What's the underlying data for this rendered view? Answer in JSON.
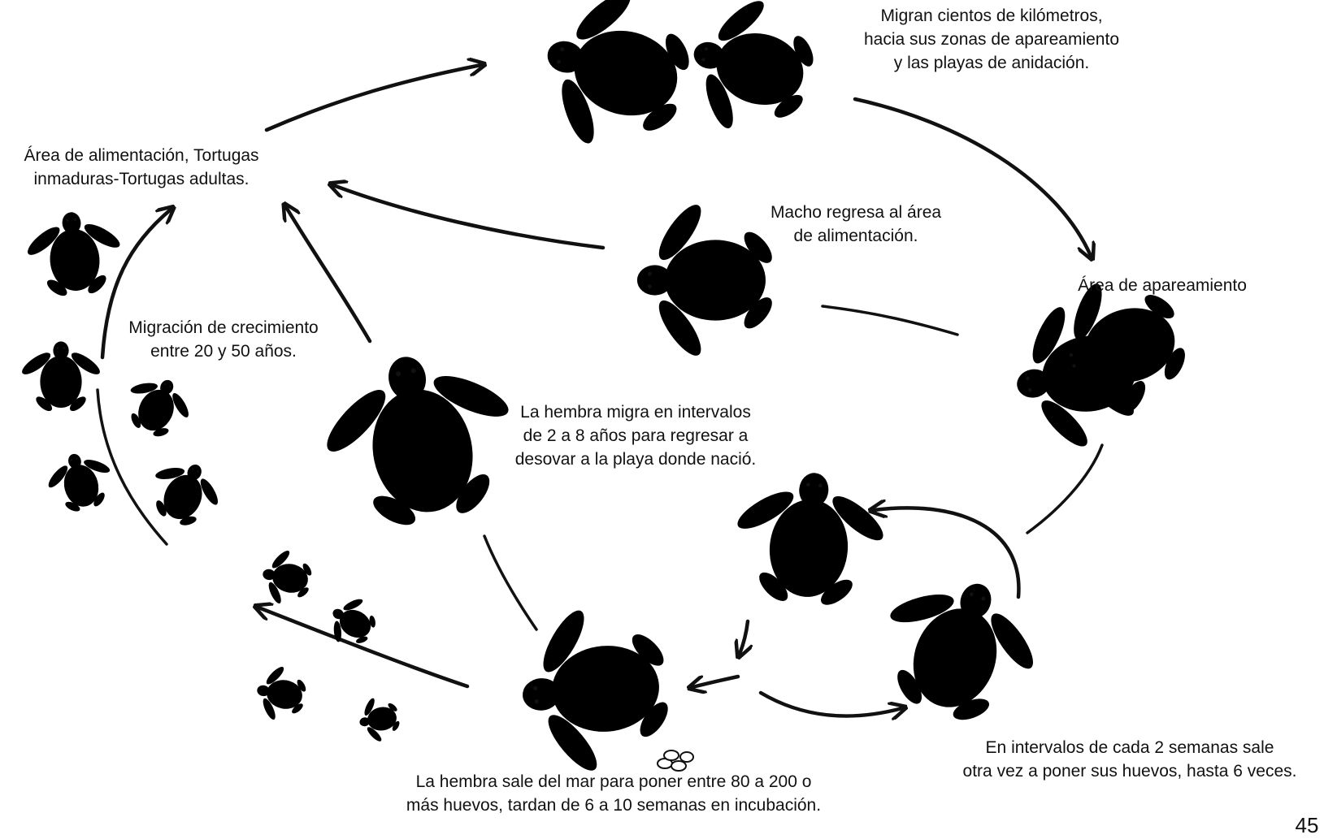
{
  "labels": {
    "feeding_area": "Área de alimentación, Tortugas\ninmaduras-Tortugas adultas.",
    "migrate": "Migran  cientos de kilómetros,\nhacia sus zonas de apareamiento\ny las playas de anidación.",
    "male_returns": "Macho regresa al área\nde alimentación.",
    "mating_area": "Área de apareamiento",
    "growth_migration": "Migración de crecimiento\nentre 20 y 50 años.",
    "female_migrates": "La hembra migra en intervalos\nde 2 a 8 años para regresar a\ndesovar a la playa donde nació.",
    "nesting_interval": "En intervalos de cada 2 semanas sale\notra vez a poner sus huevos, hasta 6 veces.",
    "female_nests": "La hembra sale del mar para poner entre 80 a 200 o\nmás huevos, tardan de 6 a 10 semanas en incubación.",
    "page_number": "45"
  }
}
